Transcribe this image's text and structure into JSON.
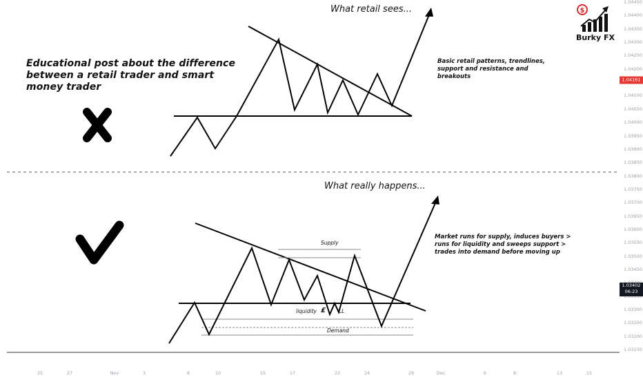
{
  "annotations": {
    "title": "Educational post about the difference between a retail trader and smart money trader",
    "top_heading": "What retail sees...",
    "top_note": "Basic retail patterns, trendlines, support and resistance and breakouts",
    "bottom_heading": "What really happens...",
    "bottom_note": "Market runs for supply, induces buyers > runs for liquidity and sweeps support > trades into demand before moving up",
    "supply_label": "Supply",
    "liquidity_label": "liquidity",
    "pound_symbol": "£",
    "ll_label": "LL",
    "demand_label": "Demand"
  },
  "brand": {
    "name": "Burky FX",
    "icon": "money-growth-chart-icon",
    "accent_color": "#d32f2f"
  },
  "icons": {
    "cross": "cross-icon",
    "check": "check-icon",
    "arrow_up": "arrow-up-icon"
  },
  "price_scale": {
    "labels": [
      "1.04450",
      "1.04400",
      "1.04350",
      "1.04300",
      "1.04250",
      "1.04200",
      "1.04150",
      "1.04100",
      "1.04050",
      "1.04000",
      "1.03950",
      "1.03900",
      "1.03850",
      "1.03800",
      "1.03750",
      "1.03700",
      "1.03650",
      "1.03600",
      "1.03550",
      "1.03500",
      "1.03450",
      "1.03400",
      "1.03350",
      "1.03300",
      "1.03250",
      "1.03200",
      "1.03150"
    ],
    "current_price_top": "1.04161",
    "current_price_bottom": "1.03402",
    "countdown": "06:23",
    "top_badge_color": "#e53935",
    "bottom_badge_color": "#131722"
  },
  "time_axis": {
    "labels": [
      "25",
      "27",
      "Nov",
      "3",
      "8",
      "10",
      "15",
      "17",
      "22",
      "24",
      "29",
      "Dec",
      "6",
      "8",
      "13",
      "15"
    ]
  },
  "colors": {
    "line": "#000000",
    "separator": "#555555",
    "zone_lines": "#888888"
  }
}
